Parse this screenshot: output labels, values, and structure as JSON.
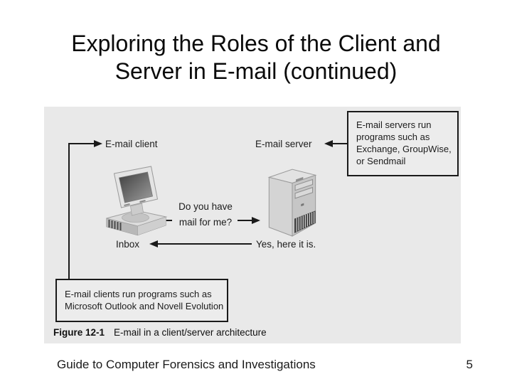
{
  "slide": {
    "title_lines": [
      "Exploring the Roles of the Client and",
      "Server in E-mail (continued)"
    ],
    "footer_text": "Guide to Computer Forensics and Investigations",
    "page_number": "5"
  },
  "figure": {
    "caption_label": "Figure 12-1",
    "caption_text": "E-mail in a client/server architecture",
    "client_label": "E-mail client",
    "server_label": "E-mail server",
    "inbox_label": "Inbox",
    "query_lines": [
      "Do you have",
      "mail for me?"
    ],
    "reply_text": "Yes, here it is.",
    "server_note_lines": [
      "E-mail servers run",
      "programs such as",
      "Exchange, GroupWise,",
      "or Sendmail"
    ],
    "client_note_lines": [
      "E-mail clients run programs such as",
      "Microsoft Outlook and Novell Evolution"
    ],
    "icons": [
      "client-computer-icon",
      "server-tower-icon",
      "arrow-icons"
    ],
    "colors": {
      "panel_bg": "#e9e9e9",
      "note_box_bg": "#ececec",
      "line_color": "#1a1a1a",
      "text_color": "#1c1c1c"
    }
  }
}
